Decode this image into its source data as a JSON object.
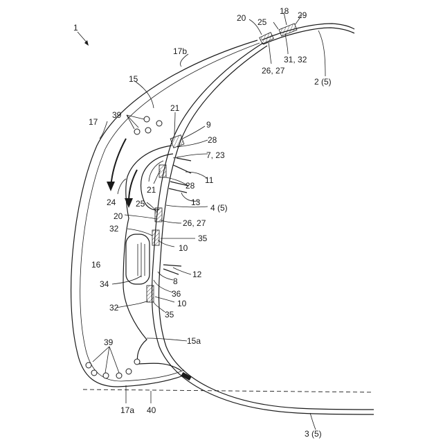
{
  "figure_labels": {
    "main": "1",
    "l17b": "17b",
    "l20_top": "20",
    "l25_top": "25",
    "l18": "18",
    "l29": "29",
    "l31_32": "31, 32",
    "l26_27_top": "26, 27",
    "l2_5": "2 (5)",
    "l15": "15",
    "l21_top": "21",
    "l9": "9",
    "l39_top": "39",
    "l17": "17",
    "l28_top": "28",
    "l7_23": "7, 23",
    "l11": "11",
    "l28_mid": "28",
    "l21_mid": "21",
    "l24": "24",
    "l25_mid": "25",
    "l13": "13",
    "l4_5": "4 (5)",
    "l20_mid": "20",
    "l26_27_mid": "26, 27",
    "l35_top": "35",
    "l32_top": "32",
    "l10_top": "10",
    "l16": "16",
    "l12": "12",
    "l8": "8",
    "l34": "34",
    "l36": "36",
    "l10_bot": "10",
    "l32_bot": "32",
    "l35_bot": "35",
    "l15a": "15a",
    "l39_bot": "39",
    "l17a": "17a",
    "l40": "40",
    "l3_5": "3 (5)"
  }
}
